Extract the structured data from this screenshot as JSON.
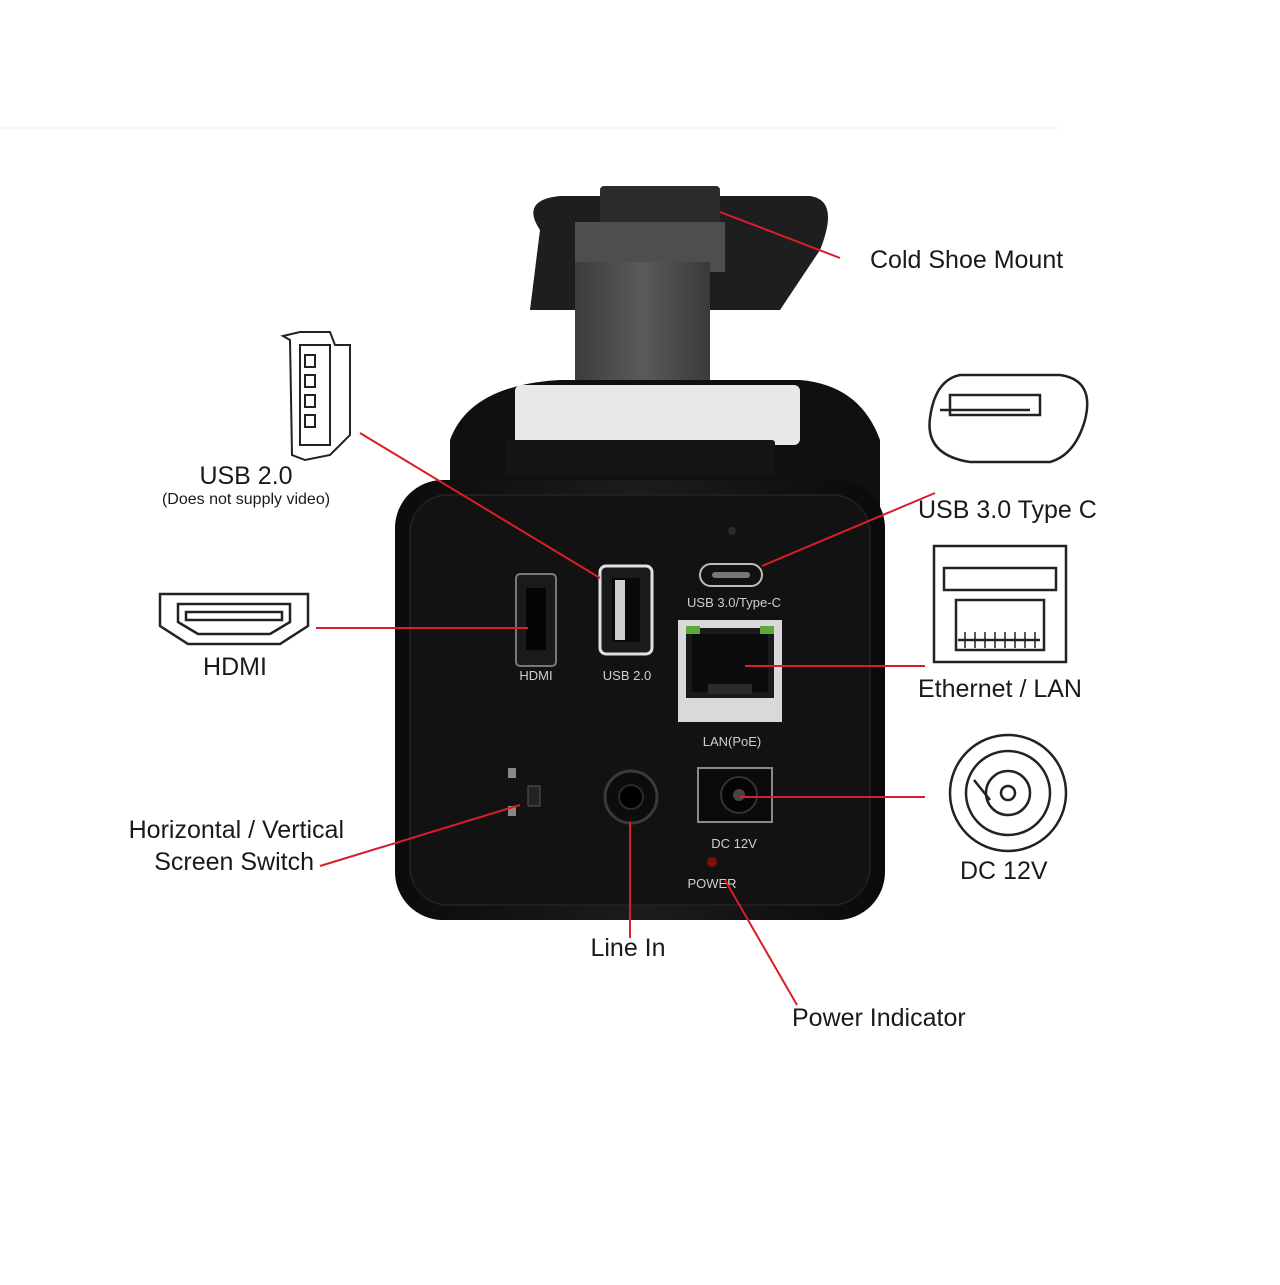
{
  "callouts": {
    "cold_shoe": "Cold Shoe Mount",
    "usb2": "USB 2.0",
    "usb2_note": "(Does not supply video)",
    "usb3c": "USB 3.0 Type C",
    "hdmi": "HDMI",
    "ethernet": "Ethernet / LAN",
    "dc12v": "DC 12V",
    "switch_line1": "Horizontal / Vertical",
    "switch_line2": "Screen Switch",
    "line_in": "Line In",
    "power_indicator": "Power Indicator"
  },
  "panel_labels": {
    "hdmi": "HDMI",
    "usb2": "USB 2.0",
    "usb3c": "USB 3.0/Type-C",
    "lan": "LAN(PoE)",
    "dc": "DC 12V",
    "power": "POWER"
  },
  "colors": {
    "leader_line": "#d81e2a",
    "device_body": "#141414",
    "mount_metal": "#4a4a4c",
    "ethernet_frame": "#d9d9d9",
    "power_led": "#7a1010"
  },
  "icons": [
    "usb-a-port-icon",
    "usb-c-port-icon",
    "hdmi-port-icon",
    "ethernet-port-icon",
    "dc-jack-icon"
  ]
}
